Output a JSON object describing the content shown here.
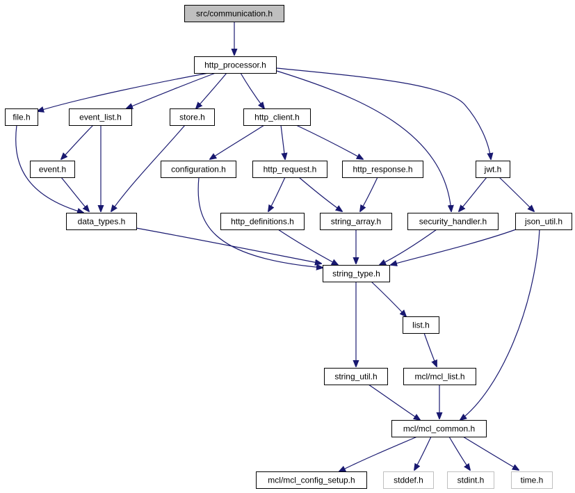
{
  "diagram": {
    "node_color": "#000000",
    "edge_color": "#191970",
    "root_fill": "#bfbfbf",
    "system_color": "#bfbfbf",
    "nodes": [
      {
        "id": "src_communication_h",
        "label": "src/communication.h",
        "kind": "root"
      },
      {
        "id": "http_processor_h",
        "label": "http_processor.h",
        "kind": "normal"
      },
      {
        "id": "file_h",
        "label": "file.h",
        "kind": "normal"
      },
      {
        "id": "event_list_h",
        "label": "event_list.h",
        "kind": "normal"
      },
      {
        "id": "store_h",
        "label": "store.h",
        "kind": "normal"
      },
      {
        "id": "http_client_h",
        "label": "http_client.h",
        "kind": "normal"
      },
      {
        "id": "jwt_h",
        "label": "jwt.h",
        "kind": "normal"
      },
      {
        "id": "event_h",
        "label": "event.h",
        "kind": "normal"
      },
      {
        "id": "configuration_h",
        "label": "configuration.h",
        "kind": "normal"
      },
      {
        "id": "http_request_h",
        "label": "http_request.h",
        "kind": "normal"
      },
      {
        "id": "http_response_h",
        "label": "http_response.h",
        "kind": "normal"
      },
      {
        "id": "data_types_h",
        "label": "data_types.h",
        "kind": "normal"
      },
      {
        "id": "http_definitions_h",
        "label": "http_definitions.h",
        "kind": "normal"
      },
      {
        "id": "string_array_h",
        "label": "string_array.h",
        "kind": "normal"
      },
      {
        "id": "security_handler_h",
        "label": "security_handler.h",
        "kind": "normal"
      },
      {
        "id": "json_util_h",
        "label": "json_util.h",
        "kind": "normal"
      },
      {
        "id": "string_type_h",
        "label": "string_type.h",
        "kind": "normal"
      },
      {
        "id": "list_h",
        "label": "list.h",
        "kind": "normal"
      },
      {
        "id": "string_util_h",
        "label": "string_util.h",
        "kind": "normal"
      },
      {
        "id": "mcl_mcl_list_h",
        "label": "mcl/mcl_list.h",
        "kind": "normal"
      },
      {
        "id": "mcl_mcl_common_h",
        "label": "mcl/mcl_common.h",
        "kind": "normal"
      },
      {
        "id": "mcl_mcl_config_setup_h",
        "label": "mcl/mcl_config_setup.h",
        "kind": "normal"
      },
      {
        "id": "stddef_h",
        "label": "stddef.h",
        "kind": "system"
      },
      {
        "id": "stdint_h",
        "label": "stdint.h",
        "kind": "system"
      },
      {
        "id": "time_h",
        "label": "time.h",
        "kind": "system"
      }
    ],
    "edges": [
      {
        "from": "src_communication_h",
        "to": "http_processor_h"
      },
      {
        "from": "http_processor_h",
        "to": "file_h"
      },
      {
        "from": "http_processor_h",
        "to": "event_list_h"
      },
      {
        "from": "http_processor_h",
        "to": "store_h"
      },
      {
        "from": "http_processor_h",
        "to": "http_client_h"
      },
      {
        "from": "http_processor_h",
        "to": "security_handler_h"
      },
      {
        "from": "http_processor_h",
        "to": "jwt_h"
      },
      {
        "from": "file_h",
        "to": "data_types_h"
      },
      {
        "from": "event_list_h",
        "to": "event_h"
      },
      {
        "from": "event_list_h",
        "to": "data_types_h"
      },
      {
        "from": "store_h",
        "to": "data_types_h"
      },
      {
        "from": "http_client_h",
        "to": "configuration_h"
      },
      {
        "from": "http_client_h",
        "to": "http_request_h"
      },
      {
        "from": "http_client_h",
        "to": "http_response_h"
      },
      {
        "from": "event_h",
        "to": "data_types_h"
      },
      {
        "from": "configuration_h",
        "to": "string_type_h"
      },
      {
        "from": "http_request_h",
        "to": "http_definitions_h"
      },
      {
        "from": "http_request_h",
        "to": "string_array_h"
      },
      {
        "from": "http_response_h",
        "to": "string_array_h"
      },
      {
        "from": "jwt_h",
        "to": "security_handler_h"
      },
      {
        "from": "jwt_h",
        "to": "json_util_h"
      },
      {
        "from": "data_types_h",
        "to": "string_type_h"
      },
      {
        "from": "http_definitions_h",
        "to": "string_type_h"
      },
      {
        "from": "string_array_h",
        "to": "string_type_h"
      },
      {
        "from": "security_handler_h",
        "to": "string_type_h"
      },
      {
        "from": "json_util_h",
        "to": "string_type_h"
      },
      {
        "from": "json_util_h",
        "to": "mcl_mcl_common_h"
      },
      {
        "from": "string_type_h",
        "to": "list_h"
      },
      {
        "from": "string_type_h",
        "to": "string_util_h"
      },
      {
        "from": "list_h",
        "to": "mcl_mcl_list_h"
      },
      {
        "from": "string_util_h",
        "to": "mcl_mcl_common_h"
      },
      {
        "from": "mcl_mcl_list_h",
        "to": "mcl_mcl_common_h"
      },
      {
        "from": "mcl_mcl_common_h",
        "to": "mcl_mcl_config_setup_h"
      },
      {
        "from": "mcl_mcl_common_h",
        "to": "stddef_h"
      },
      {
        "from": "mcl_mcl_common_h",
        "to": "stdint_h"
      },
      {
        "from": "mcl_mcl_common_h",
        "to": "time_h"
      }
    ]
  }
}
